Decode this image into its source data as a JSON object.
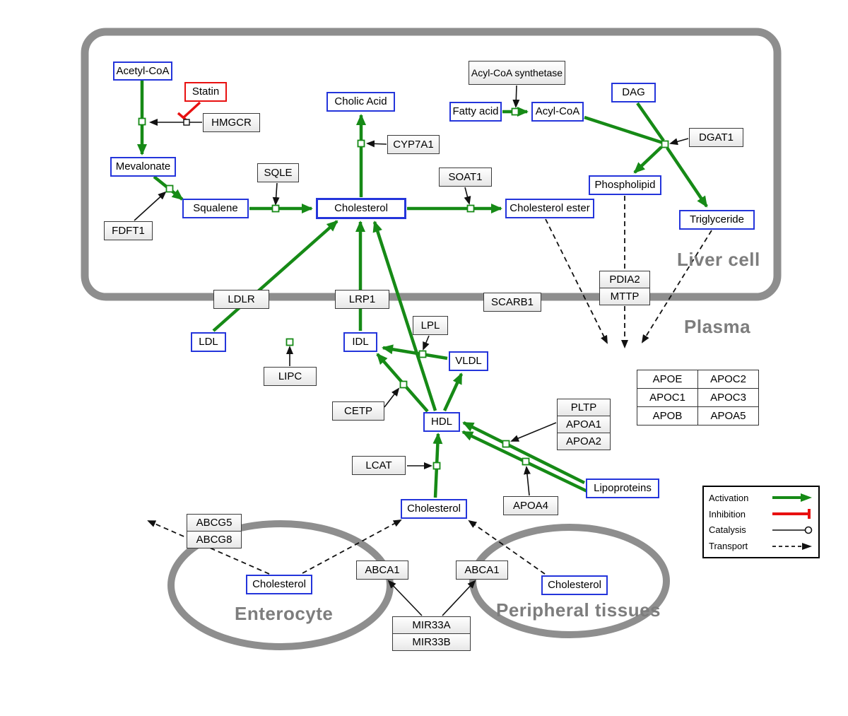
{
  "compartments": {
    "liver": "Liver cell",
    "plasma": "Plasma",
    "enterocyte": "Enterocyte",
    "peripheral": "Peripheral tissues"
  },
  "nodes": {
    "acetyl_coa": "Acetyl-CoA",
    "statin": "Statin",
    "hmgcr": "HMGCR",
    "mevalonate": "Mevalonate",
    "fdft1": "FDFT1",
    "squalene": "Squalene",
    "sqle": "SQLE",
    "cholesterol_liver": "Cholesterol",
    "cholic_acid": "Cholic Acid",
    "cyp7a1": "CYP7A1",
    "soat1": "SOAT1",
    "cholesterol_ester": "Cholesterol ester",
    "fatty_acid": "Fatty acid",
    "acyl_coa_synthetase": "Acyl-CoA synthetase",
    "acyl_coa": "Acyl-CoA",
    "dag": "DAG",
    "dgat1": "DGAT1",
    "phospholipid": "Phospholipid",
    "triglyceride": "Triglyceride",
    "pdia2": "PDIA2",
    "mttp": "MTTP",
    "ldlr": "LDLR",
    "lrp1": "LRP1",
    "scarb1": "SCARB1",
    "ldl": "LDL",
    "idl": "IDL",
    "vldl": "VLDL",
    "lpl": "LPL",
    "lipc": "LIPC",
    "cetp": "CETP",
    "hdl": "HDL",
    "lcat": "LCAT",
    "pltp": "PLTP",
    "apoa1": "APOA1",
    "apoa2": "APOA2",
    "apoa4": "APOA4",
    "lipoproteins": "Lipoproteins",
    "cholesterol_plasma": "Cholesterol",
    "abcg5": "ABCG5",
    "abcg8": "ABCG8",
    "cholesterol_enterocyte": "Cholesterol",
    "abca1_left": "ABCA1",
    "abca1_right": "ABCA1",
    "mir33a": "MIR33A",
    "mir33b": "MIR33B",
    "cholesterol_peripheral": "Cholesterol"
  },
  "apo_table": {
    "rows": [
      [
        "APOE",
        "APOC2"
      ],
      [
        "APOC1",
        "APOC3"
      ],
      [
        "APOB",
        "APOA5"
      ]
    ]
  },
  "legend": {
    "activation": "Activation",
    "inhibition": "Inhibition",
    "catalysis": "Catalysis",
    "transport": "Transport"
  },
  "colors": {
    "metabolite_border": "#2435db",
    "activation_green": "#168a16",
    "inhibition_red": "#e81010",
    "compartment_gray": "#8e8e8e"
  },
  "edges": [
    {
      "from": "Acetyl-CoA",
      "to": "Mevalonate",
      "type": "conversion",
      "catalyst": "HMGCR",
      "inhibitor": "Statin"
    },
    {
      "from": "Mevalonate",
      "to": "Squalene",
      "type": "conversion",
      "catalyst": "FDFT1"
    },
    {
      "from": "Squalene",
      "to": "Cholesterol",
      "type": "conversion",
      "catalyst": "SQLE"
    },
    {
      "from": "Cholesterol",
      "to": "Cholic Acid",
      "type": "conversion",
      "catalyst": "CYP7A1"
    },
    {
      "from": "Cholesterol",
      "to": "Cholesterol ester",
      "type": "conversion",
      "catalyst": "SOAT1"
    },
    {
      "from": "Fatty acid",
      "to": "Acyl-CoA",
      "type": "conversion",
      "catalyst": "Acyl-CoA synthetase"
    },
    {
      "from": "Acyl-CoA",
      "to": "Triglyceride",
      "type": "conversion",
      "catalyst": "DGAT1"
    },
    {
      "from": "DAG",
      "to": "Triglyceride",
      "type": "conversion",
      "catalyst": "DGAT1"
    },
    {
      "from": "Acyl-CoA",
      "to": "Phospholipid",
      "type": "conversion",
      "catalyst": "DGAT1"
    },
    {
      "from": "LDL",
      "to": "Cholesterol",
      "type": "conversion",
      "via": "LDLR"
    },
    {
      "from": "IDL",
      "to": "Cholesterol",
      "type": "conversion",
      "via": "LRP1"
    },
    {
      "from": "HDL",
      "to": "Cholesterol",
      "type": "conversion",
      "via": "SCARB1"
    },
    {
      "from": "IDL",
      "to": "LDL",
      "type": "conversion",
      "catalyst": "LIPC"
    },
    {
      "from": "VLDL",
      "to": "IDL",
      "type": "conversion",
      "catalyst": "LPL"
    },
    {
      "from": "HDL",
      "to": "VLDL",
      "type": "conversion"
    },
    {
      "from": "HDL",
      "to": "IDL",
      "type": "conversion",
      "catalyst": "CETP"
    },
    {
      "from": "Lipoproteins",
      "to": "HDL",
      "type": "conversion",
      "catalyst": "PLTP, APOA1, APOA2"
    },
    {
      "from": "Lipoproteins",
      "to": "HDL",
      "type": "conversion",
      "catalyst": "APOA4"
    },
    {
      "from": "Cholesterol",
      "to": "HDL",
      "type": "conversion",
      "catalyst": "LCAT"
    },
    {
      "from": "Cholesterol ester",
      "to": "Plasma",
      "type": "transport"
    },
    {
      "from": "Phospholipid",
      "to": "Plasma",
      "type": "transport",
      "via": "PDIA2, MTTP"
    },
    {
      "from": "Triglyceride",
      "to": "Plasma",
      "type": "transport"
    },
    {
      "from": "Cholesterol (enterocyte)",
      "to": "",
      "type": "transport",
      "via": "ABCG5, ABCG8"
    },
    {
      "from": "Cholesterol (enterocyte)",
      "to": "Cholesterol (plasma)",
      "type": "transport",
      "via": "ABCA1"
    },
    {
      "from": "Cholesterol (peripheral tissues)",
      "to": "Cholesterol (plasma)",
      "type": "transport",
      "via": "ABCA1"
    },
    {
      "from": "MIR33A / MIR33B",
      "to": "ABCA1",
      "type": "arrow"
    },
    {
      "from": "MIR33A / MIR33B",
      "to": "ABCA1",
      "type": "arrow"
    }
  ]
}
